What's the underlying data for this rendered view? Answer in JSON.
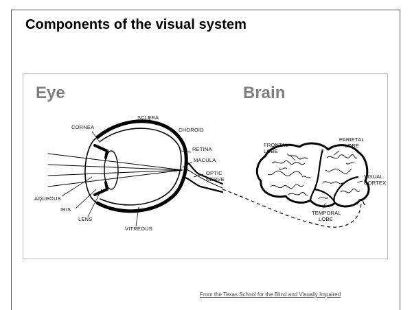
{
  "slide": {
    "title": "Components of the visual system",
    "credit": "From the Texas School for the Blind and Visually Impaired"
  },
  "eye": {
    "heading": "Eye",
    "labels": {
      "cornea": "CORNEA",
      "sclera": "SCLERA",
      "choroid": "CHOROID",
      "retina": "RETINA",
      "macula": "MACULA",
      "optic_line1": "OPTIC",
      "optic_line2": "NERVE",
      "aqueous": "AQUEOUS",
      "iris": "IRIS",
      "lens": "LENS",
      "vitreous": "VITREOUS"
    }
  },
  "brain": {
    "heading": "Brain",
    "labels": {
      "frontal_line1": "FRONTAL",
      "frontal_line2": "LOBE",
      "parietal_line1": "PARIETAL",
      "parietal_line2": "LOBE",
      "visual_line1": "VISUAL",
      "visual_line2": "CORTEX",
      "temporal_line1": "TEMPORAL",
      "temporal_line2": "LOBE"
    }
  },
  "colors": {
    "heading_gray": "#7f7f7f",
    "frame_border": "#555555",
    "figure_border": "#b9b9b9"
  }
}
